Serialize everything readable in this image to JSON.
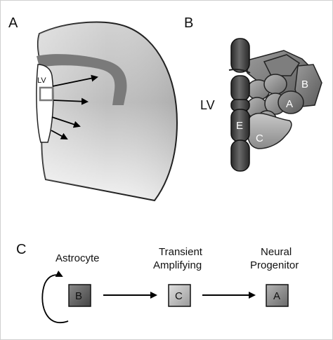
{
  "panels": {
    "a": {
      "label": "A",
      "ventricle_label": "LV"
    },
    "b": {
      "label": "B",
      "ventricle_label": "LV",
      "cell_labels": {
        "b": "B",
        "a": "A",
        "e": "E",
        "c": "C"
      }
    },
    "c": {
      "label": "C",
      "stages": [
        {
          "name_lines": [
            "Astrocyte"
          ],
          "box_label": "B"
        },
        {
          "name_lines": [
            "Transient",
            "Amplifying"
          ],
          "box_label": "C"
        },
        {
          "name_lines": [
            "Neural",
            "Progenitor"
          ],
          "box_label": "A"
        }
      ]
    }
  },
  "colors": {
    "brain_light": "#e8e8e8",
    "brain_dark": "#bdbdbd",
    "band": "#7a7a7a",
    "cell_mid": "#9a9a9a",
    "cell_dark": "#555555",
    "ependymal": "#3a3a3a",
    "box_b": "#666666",
    "box_c": "#bdbdbd",
    "box_a": "#8a8a8a"
  }
}
